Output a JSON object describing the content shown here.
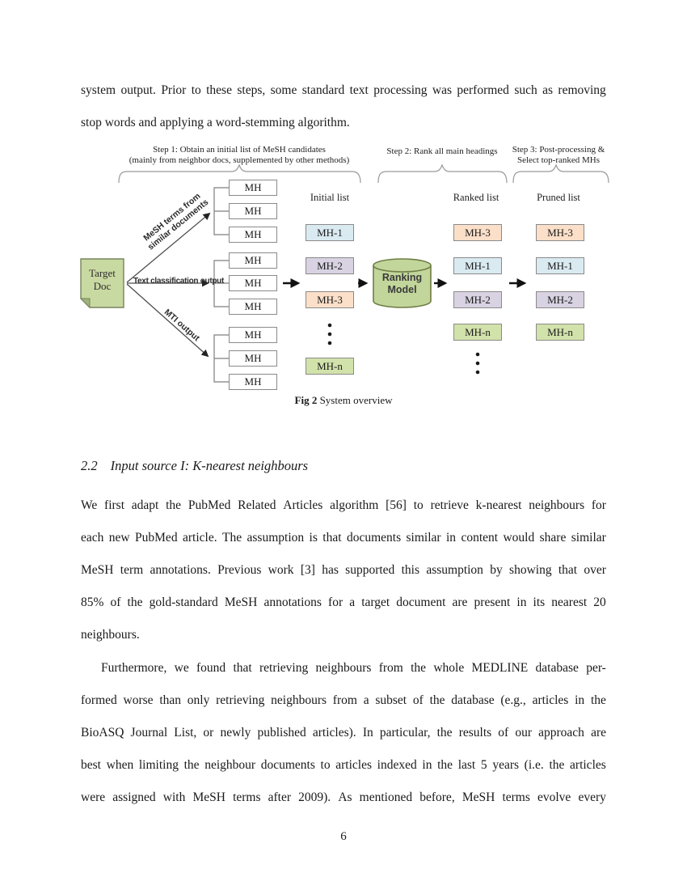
{
  "intro": {
    "lines": [
      "system output. Prior to these steps, some standard text processing was performed such as removing",
      "stop words and applying a word-stemming algorithm."
    ]
  },
  "figure": {
    "steps": {
      "step1_line1": "Step 1: Obtain an initial list of MeSH candidates",
      "step1_line2": "(mainly from neighbor docs, supplemented by other methods)",
      "step2_line1": "Step 2: Rank all main headings",
      "step3_line1": "Step 3: Post-processing &",
      "step3_line2": "Select top-ranked MHs"
    },
    "target_doc": {
      "line1": "Target",
      "line2": "Doc",
      "fill": "#c9d9a2",
      "fold_fill": "#9fb37b"
    },
    "arrow_labels": {
      "top_line1": "MeSH terms from",
      "top_line2": "similar documents",
      "middle": "Text classification output",
      "bottom": "MTI output"
    },
    "mh_label": "MH",
    "initial_list": {
      "header": "Initial list",
      "items": [
        {
          "label": "MH-1",
          "fill": "#daeaf1"
        },
        {
          "label": "MH-2",
          "fill": "#d8d2e2"
        },
        {
          "label": "MH-3",
          "fill": "#fbdfc8"
        },
        {
          "label": "MH-n",
          "fill": "#d2e2ab"
        }
      ]
    },
    "ranked_list": {
      "header": "Ranked list",
      "items": [
        {
          "label": "MH-3",
          "fill": "#fbdfc8"
        },
        {
          "label": "MH-1",
          "fill": "#daeaf1"
        },
        {
          "label": "MH-2",
          "fill": "#d8d2e2"
        },
        {
          "label": "MH-n",
          "fill": "#d2e2ab"
        }
      ]
    },
    "pruned_list": {
      "header": "Pruned list",
      "items": [
        {
          "label": "MH-3",
          "fill": "#fbdfc8"
        },
        {
          "label": "MH-1",
          "fill": "#daeaf1"
        },
        {
          "label": "MH-2",
          "fill": "#d8d2e2"
        },
        {
          "label": "MH-n",
          "fill": "#d2e2ab"
        }
      ]
    },
    "ranking_model": {
      "line1": "Ranking",
      "line2": "Model",
      "fill": "#c2d69b",
      "stroke": "#6f7d45"
    }
  },
  "caption": {
    "bold": "Fig 2",
    "rest": " System overview"
  },
  "section": {
    "number": "2.2",
    "title": "Input source I: K-nearest neighbours"
  },
  "paragraph1": {
    "lines": [
      "We first adapt the PubMed Related Articles algorithm [56] to retrieve k-nearest neighbours for",
      "each new PubMed article. The assumption is that documents similar in content would share similar",
      "MeSH term annotations. Previous work [3] has supported this assumption by showing that over",
      "85% of the gold-standard MeSH annotations for a target document are present in its nearest 20",
      "neighbours."
    ]
  },
  "paragraph2": {
    "lines": [
      "Furthermore, we found that retrieving neighbours from the whole MEDLINE database per-",
      "formed worse than only retrieving neighbours from a subset of the database (e.g., articles in the",
      "BioASQ Journal List, or newly published articles). In particular, the results of our approach are",
      "best when limiting the neighbour documents to articles indexed in the last 5 years (i.e. the articles",
      "were assigned with MeSH terms after 2009). As mentioned before, MeSH terms evolve every"
    ]
  },
  "page": {
    "number": "6"
  }
}
